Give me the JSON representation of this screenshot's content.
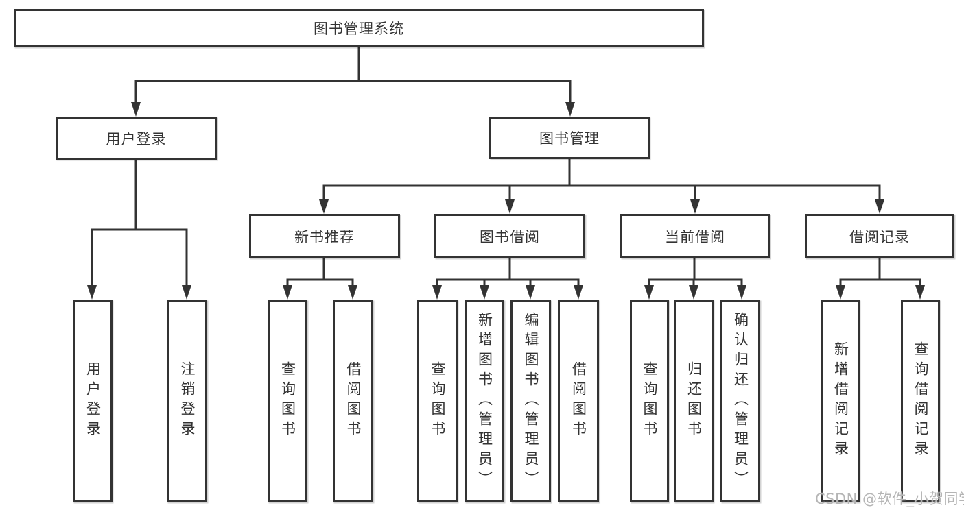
{
  "diagram": {
    "root": {
      "label": "图书管理系统"
    },
    "level2": {
      "user_login": {
        "label": "用户登录"
      },
      "book_mgmt": {
        "label": "图书管理"
      }
    },
    "level3": {
      "new_book": {
        "label": "新书推荐"
      },
      "borrow": {
        "label": "图书借阅"
      },
      "current": {
        "label": "当前借阅"
      },
      "record": {
        "label": "借阅记录"
      }
    },
    "leaves": {
      "ul_login": {
        "label": "用户登录"
      },
      "ul_logout": {
        "label": "注销登录"
      },
      "nb_query": {
        "label": "查询图书"
      },
      "nb_borrow": {
        "label": "借阅图书"
      },
      "bb_query": {
        "label": "查询图书"
      },
      "bb_add": {
        "label": "新增图书（管理员）"
      },
      "bb_edit": {
        "label": "编辑图书（管理员）"
      },
      "bb_borrow": {
        "label": "借阅图书"
      },
      "cb_query": {
        "label": "查询图书"
      },
      "cb_return": {
        "label": "归还图书"
      },
      "cb_confirm": {
        "label": "确认归还（管理员）"
      },
      "br_add": {
        "label": "新增借阅记录"
      },
      "br_query": {
        "label": "查询借阅记录"
      }
    },
    "watermark": "CSDN @软件_小贺同学",
    "colors": {
      "line": "#333333",
      "box_border": "#333333",
      "box_fill": "#ffffff",
      "text": "#333333",
      "watermark": "#b5b5b5",
      "background": "#ffffff"
    }
  }
}
